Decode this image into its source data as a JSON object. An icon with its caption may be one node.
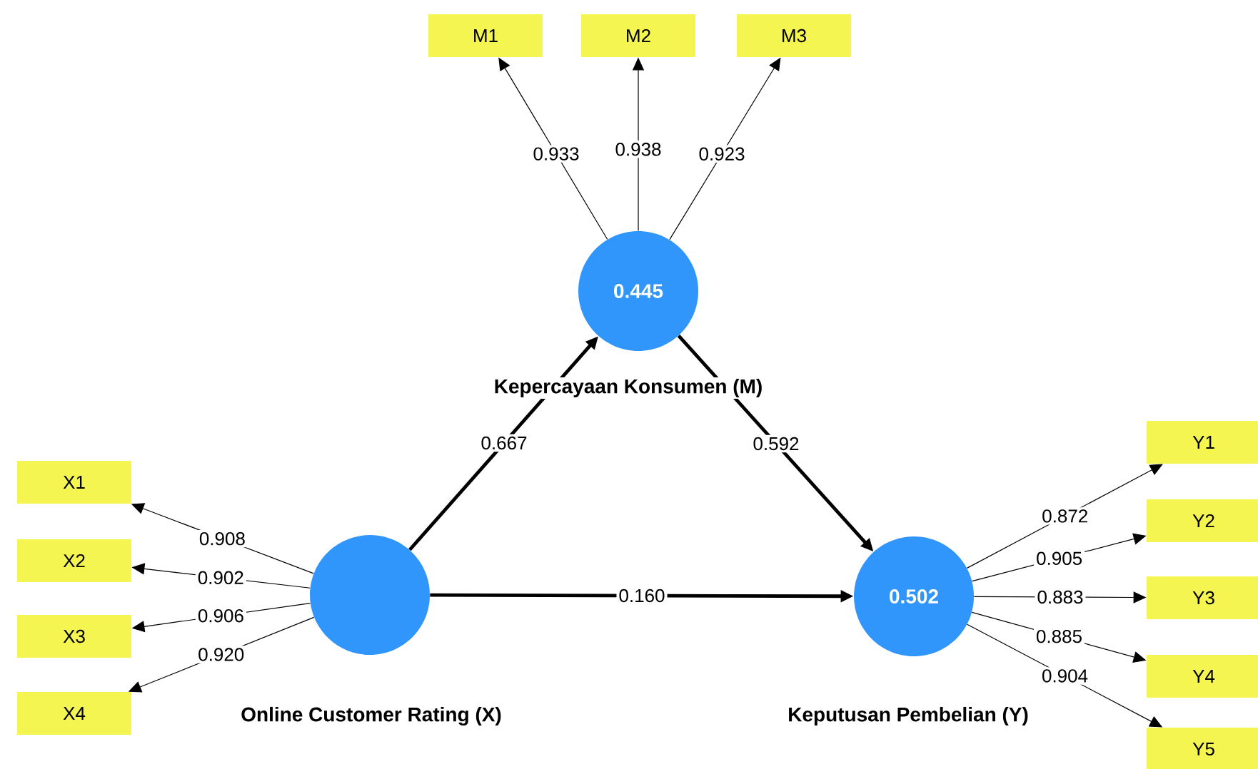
{
  "diagram": {
    "nodes": [
      {
        "text": [],
        "shape": "circle",
        "beside": [
          "Online Customer Rating (X)"
        ]
      },
      {
        "text": [
          "0.445"
        ],
        "beside": [
          "Kepercayaan Konsumen (M)"
        ]
      },
      {
        "text": [
          "0.502"
        ],
        "beside": [
          "Keputusan Pembelian (Y)"
        ]
      },
      {
        "text": [
          "M1"
        ]
      },
      {
        "text": [
          "M2"
        ]
      },
      {
        "text": [
          "M3"
        ]
      },
      {
        "text": [
          "X1"
        ]
      },
      {
        "text": [
          "X2"
        ]
      },
      {
        "text": [
          "X3"
        ]
      },
      {
        "text": [
          "X4"
        ]
      },
      {
        "text": [
          "Y1"
        ]
      },
      {
        "text": [
          "Y2"
        ]
      },
      {
        "text": [
          "Y3"
        ]
      },
      {
        "text": [
          "Y4"
        ]
      },
      {
        "text": [
          "Y5"
        ]
      }
    ],
    "edges": [
      {
        "from": 0,
        "to": 1,
        "arrow": "to",
        "label": "0.667",
        "style": "thick"
      },
      {
        "from": 1,
        "to": 2,
        "arrow": "to",
        "label": "0.592",
        "style": "thick"
      },
      {
        "from": 0,
        "to": 2,
        "arrow": "to",
        "label": "0.160",
        "style": "thick"
      },
      {
        "from": 1,
        "to": 3,
        "arrow": "to",
        "label": "0.933"
      },
      {
        "from": 1,
        "to": 4,
        "arrow": "to",
        "label": "0.938"
      },
      {
        "from": 1,
        "to": 5,
        "arrow": "to",
        "label": "0.923"
      },
      {
        "from": 0,
        "to": 6,
        "arrow": "to",
        "label": "0.908"
      },
      {
        "from": 0,
        "to": 7,
        "arrow": "to",
        "label": "0.902"
      },
      {
        "from": 0,
        "to": 8,
        "arrow": "to",
        "label": "0.906"
      },
      {
        "from": 0,
        "to": 9,
        "arrow": "to",
        "label": "0.920"
      },
      {
        "from": 2,
        "to": 10,
        "arrow": "to",
        "label": "0.872"
      },
      {
        "from": 2,
        "to": 11,
        "arrow": "to",
        "label": "0.905"
      },
      {
        "from": 2,
        "to": 12,
        "arrow": "to",
        "label": "0.883"
      },
      {
        "from": 2,
        "to": 13,
        "arrow": "to",
        "label": "0.885"
      },
      {
        "from": 2,
        "to": 14,
        "arrow": "to",
        "label": "0.904"
      }
    ]
  }
}
